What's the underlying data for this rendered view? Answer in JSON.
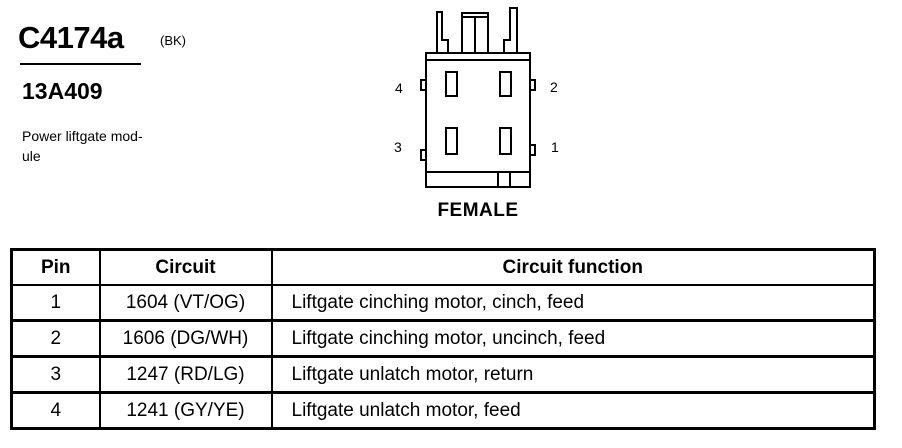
{
  "connector": {
    "id": "C4174a",
    "color_code": "(BK)",
    "part_number": "13A409",
    "description": "Power liftgate mod-\nule"
  },
  "diagram": {
    "pin_labels": {
      "p1": "1",
      "p2": "2",
      "p3": "3",
      "p4": "4"
    },
    "gender": "FEMALE"
  },
  "table": {
    "headers": {
      "pin": "Pin",
      "circuit": "Circuit",
      "function": "Circuit function"
    },
    "rows": [
      {
        "pin": "1",
        "circuit": "1604 (VT/OG)",
        "function": "Liftgate cinching motor, cinch, feed"
      },
      {
        "pin": "2",
        "circuit": "1606 (DG/WH)",
        "function": "Liftgate cinching motor, uncinch, feed"
      },
      {
        "pin": "3",
        "circuit": "1247 (RD/LG)",
        "function": "Liftgate unlatch motor, return"
      },
      {
        "pin": "4",
        "circuit": "1241 (GY/YE)",
        "function": "Liftgate unlatch motor, feed"
      }
    ]
  }
}
